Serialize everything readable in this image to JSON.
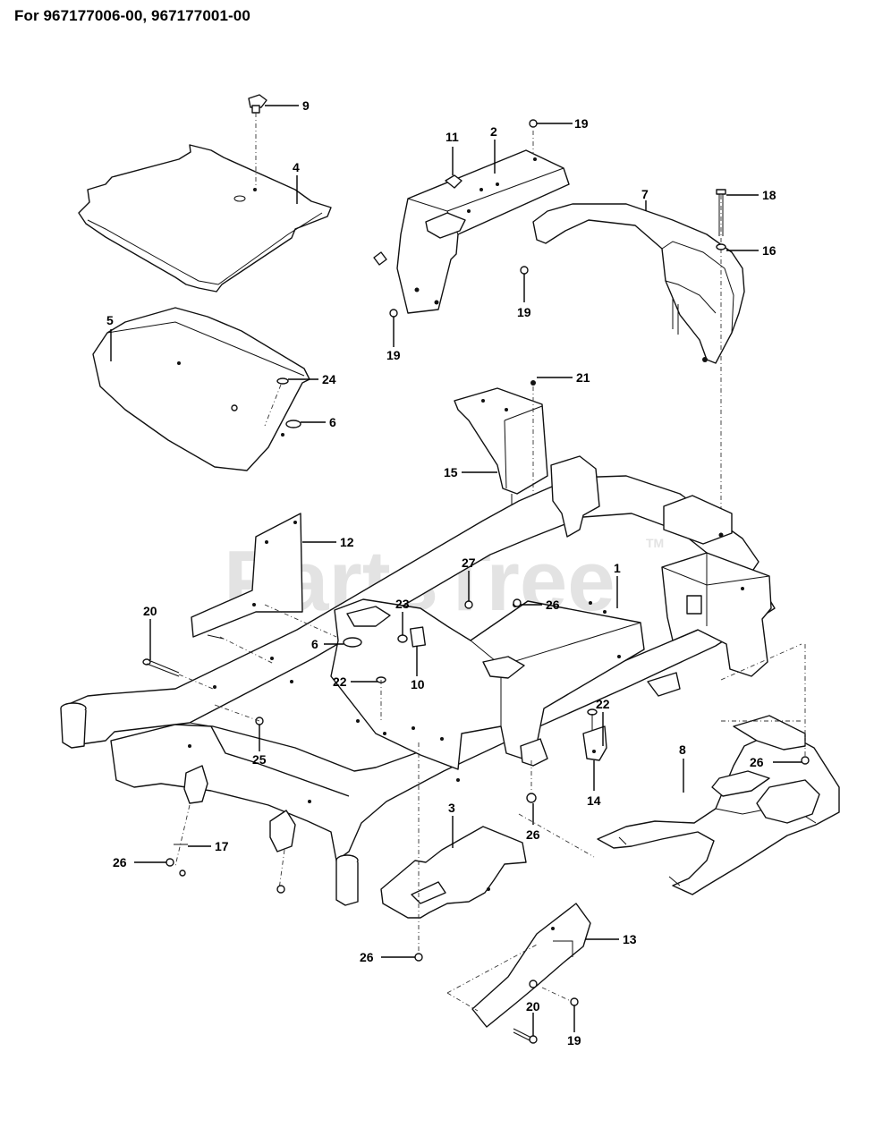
{
  "header": {
    "title": "For 967177006-00, 967177001-00"
  },
  "watermark": {
    "text": "PartsTree",
    "tm": "TM"
  },
  "callouts": {
    "c1": "1",
    "c2": "2",
    "c3": "3",
    "c4": "4",
    "c5": "5",
    "c6a": "6",
    "c6b": "6",
    "c7": "7",
    "c8": "8",
    "c9": "9",
    "c10": "10",
    "c11": "11",
    "c12": "12",
    "c13": "13",
    "c14": "14",
    "c15": "15",
    "c16": "16",
    "c17": "17",
    "c18": "18",
    "c19a": "19",
    "c19b": "19",
    "c19c": "19",
    "c19d": "19",
    "c20a": "20",
    "c20b": "20",
    "c21": "21",
    "c22a": "22",
    "c22b": "22",
    "c23": "23",
    "c24": "24",
    "c25": "25",
    "c26a": "26",
    "c26b": "26",
    "c26c": "26",
    "c26d": "26",
    "c26e": "26",
    "c27": "27"
  }
}
